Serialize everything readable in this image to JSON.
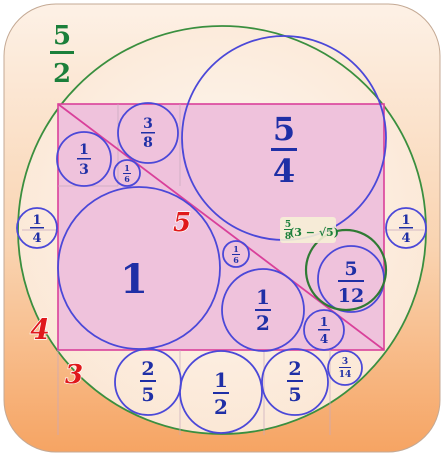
{
  "labels": {
    "outer_radius": {
      "num": "5",
      "den": "2"
    },
    "triangle_side_5": "5",
    "triangle_side_4": "4",
    "triangle_side_3": "3",
    "inner_expr": {
      "num": "5",
      "den": "8",
      "expr": "(3 − √5)"
    }
  },
  "circles": [
    {
      "id": "c-one",
      "num": "1",
      "den": ""
    },
    {
      "id": "c-five-quarters",
      "num": "5",
      "den": "4"
    },
    {
      "id": "c-three-eighths",
      "num": "3",
      "den": "8"
    },
    {
      "id": "c-one-third",
      "num": "1",
      "den": "3"
    },
    {
      "id": "c-one-sixth-top",
      "num": "1",
      "den": "6"
    },
    {
      "id": "c-one-sixth-mid",
      "num": "1",
      "den": "6"
    },
    {
      "id": "c-five-twelfths",
      "num": "5",
      "den": "12"
    },
    {
      "id": "c-half-mid",
      "num": "1",
      "den": "2"
    },
    {
      "id": "c-quarter-small",
      "num": "1",
      "den": "4"
    },
    {
      "id": "c-quarter-left",
      "num": "1",
      "den": "4"
    },
    {
      "id": "c-quarter-right",
      "num": "1",
      "den": "4"
    },
    {
      "id": "c-two-fifths-left",
      "num": "2",
      "den": "5"
    },
    {
      "id": "c-half-bottom",
      "num": "1",
      "den": "2"
    },
    {
      "id": "c-two-fifths-right",
      "num": "2",
      "den": "5"
    },
    {
      "id": "c-three-fourteenths",
      "num": "3",
      "den": "14"
    }
  ],
  "colors": {
    "background_top": "#fbeadd",
    "background_bottom": "#f7ab6f",
    "outer_circle": "#3a8f3f",
    "rectangle_fill": "#efc2dc",
    "rectangle_stroke": "#d9409a",
    "circle_stroke": "#4b48d8",
    "fraction_text": "#1f2fa6",
    "side_label": "#e0191b",
    "inner_expr_circle": "#2f7a34"
  }
}
